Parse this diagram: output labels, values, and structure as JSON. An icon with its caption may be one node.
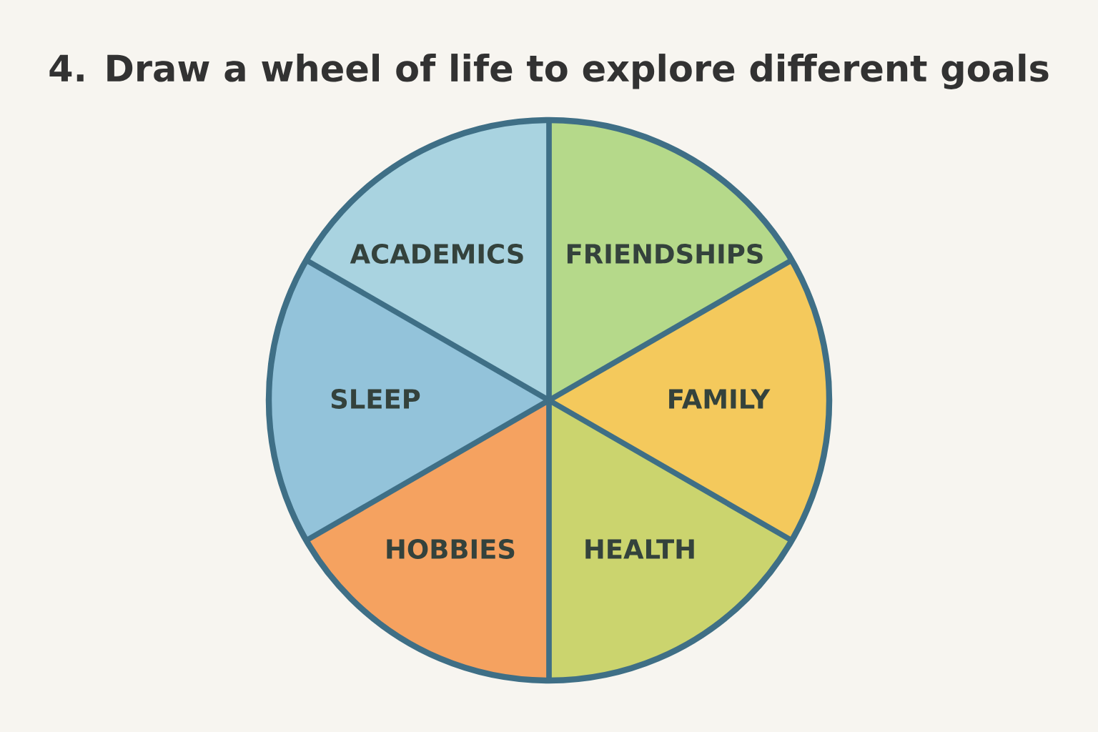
{
  "diagram": {
    "title": "4. Draw a wheel of life to explore different goals",
    "nodes": [
      {
        "text": [
          "ACADEMICS"
        ]
      },
      {
        "text": [
          "FRIENDSHIPS"
        ]
      },
      {
        "text": [
          "SLEEP"
        ]
      },
      {
        "text": [
          "FAMILY"
        ]
      },
      {
        "text": [
          "HOBBIES"
        ]
      },
      {
        "text": [
          "HEALTH"
        ]
      }
    ]
  }
}
